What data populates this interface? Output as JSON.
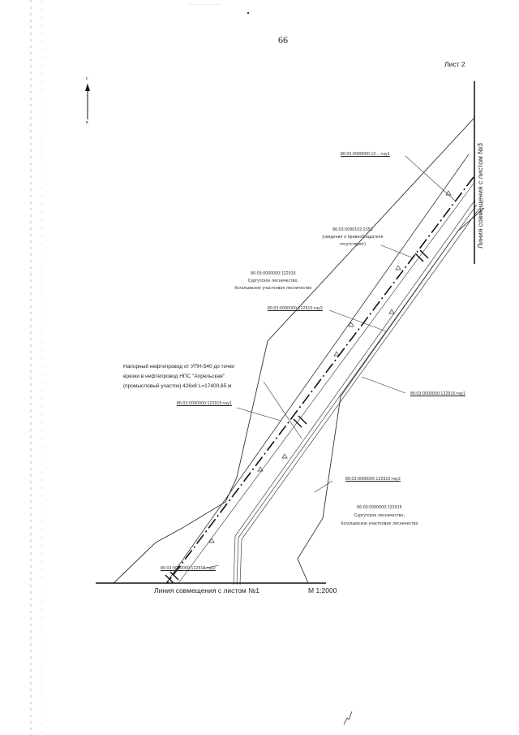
{
  "page_number": "66",
  "sheet_label": "Лист 2",
  "scale": "М 1:2000",
  "north_arrow": {
    "top": "c",
    "bottom": "в",
    "icon": "north-arrow-icon"
  },
  "match_lines": {
    "bottom": "Линия совмещения с листом №1",
    "right": "Линия совмещения с листом №3"
  },
  "parcel_labels": {
    "top": "86:03:0000000:12...:чзу1",
    "upper_right_line1": "86:03:0090102:2353",
    "upper_right_line2": "(сведения о правообладателе",
    "upper_right_line3": "отсутствуют)",
    "center_line1": "86:03:0000000:122915",
    "center_line2": "Сургутское лесничество,",
    "center_line3": "Когалымское участковое лесничество",
    "mid": "86:03:0000000:122915:чзу2",
    "left_mid": "86:03:0000000:122915:чзу1",
    "right_mid": "86:03:0000000:122915:чзу1",
    "lower_right_callout": "86:03:0000000:122915:чзу2",
    "lower_right_line1": "86:03:0000000:122915",
    "lower_right_line2": "Сургутское лесничество,",
    "lower_right_line3": "Когалымское участковое лесничество",
    "bottom_left": "86:03:0000000:122915:чзу2"
  },
  "pipeline_label": {
    "line1": "Напорный нефтепровод от УПН-540 до точки",
    "line2": "врезки в нефтепровод НПС \"Апрельская\"",
    "line3": "(промысловый участок) 426х8 L=17400,65 м"
  },
  "header_marks": "· ·· ··· ···· ·· · ···"
}
